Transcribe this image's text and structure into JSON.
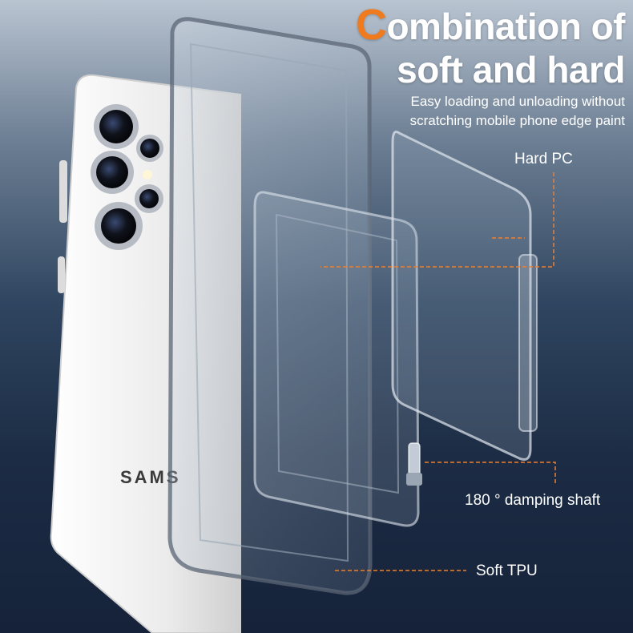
{
  "headline": {
    "accent_letter": "C",
    "line1_rest": "ombination of",
    "line2": "soft and hard"
  },
  "subtitle": {
    "line1": "Easy loading and unloading without",
    "line2": "scratching mobile phone edge paint"
  },
  "callouts": {
    "hard_pc": "Hard PC",
    "damping_shaft": "180 °  damping shaft",
    "soft_tpu": "Soft TPU"
  },
  "phone_brand": "SAMS",
  "colors": {
    "accent": "#f07a1e",
    "leader_line": "#e6823a",
    "text": "#ffffff",
    "phone_body": "#e9e9e9"
  }
}
